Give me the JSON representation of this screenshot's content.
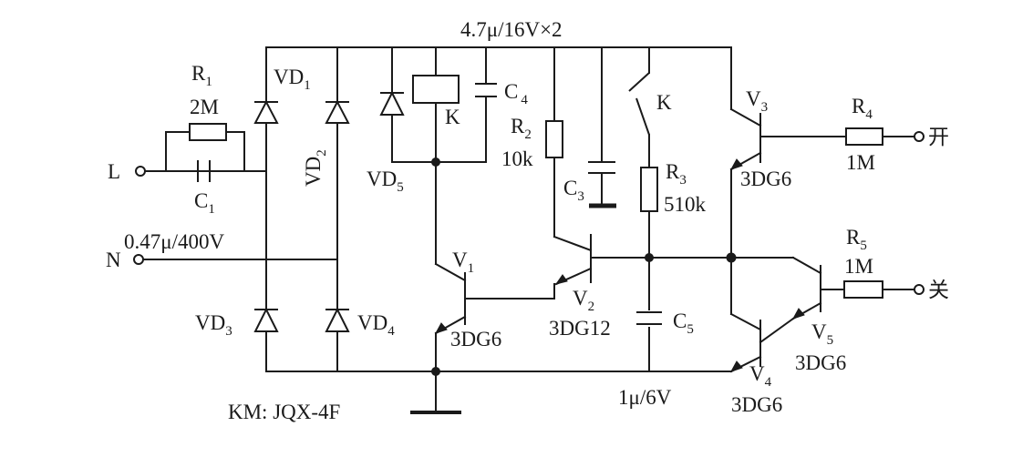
{
  "diagram": {
    "top_label": "4.7μ/16V×2",
    "bottom_note": "1μ/6V",
    "relay_model": "KM: JQX-4F",
    "terminals": {
      "L": "L",
      "N": "N",
      "on": "开",
      "off": "关"
    },
    "components": {
      "R1": {
        "name": "R",
        "sub": "1",
        "value": "2M"
      },
      "C1": {
        "name": "C",
        "sub": "1",
        "value": "0.47μ/400V"
      },
      "VD1": {
        "name": "VD",
        "sub": "1"
      },
      "VD2": {
        "name": "VD",
        "sub": "2"
      },
      "VD3": {
        "name": "VD",
        "sub": "3"
      },
      "VD4": {
        "name": "VD",
        "sub": "4"
      },
      "VD5": {
        "name": "VD",
        "sub": "5"
      },
      "K_coil": {
        "name": "K"
      },
      "C4": {
        "name": "C",
        "sub": "4"
      },
      "R2": {
        "name": "R",
        "sub": "2",
        "value": "10k"
      },
      "C3": {
        "name": "C",
        "sub": "3"
      },
      "K_switch": {
        "name": "K"
      },
      "R3": {
        "name": "R",
        "sub": "3",
        "value": "510k"
      },
      "C5": {
        "name": "C",
        "sub": "5"
      },
      "V1": {
        "name": "V",
        "sub": "1",
        "model": "3DG6"
      },
      "V2": {
        "name": "V",
        "sub": "2",
        "model": "3DG12"
      },
      "V3": {
        "name": "V",
        "sub": "3",
        "model": "3DG6"
      },
      "V4": {
        "name": "V",
        "sub": "4",
        "model": "3DG6"
      },
      "V5": {
        "name": "V",
        "sub": "5",
        "model": "3DG6"
      },
      "R4": {
        "name": "R",
        "sub": "4",
        "value": "1M"
      },
      "R5": {
        "name": "R",
        "sub": "5",
        "value": "1M"
      }
    }
  }
}
